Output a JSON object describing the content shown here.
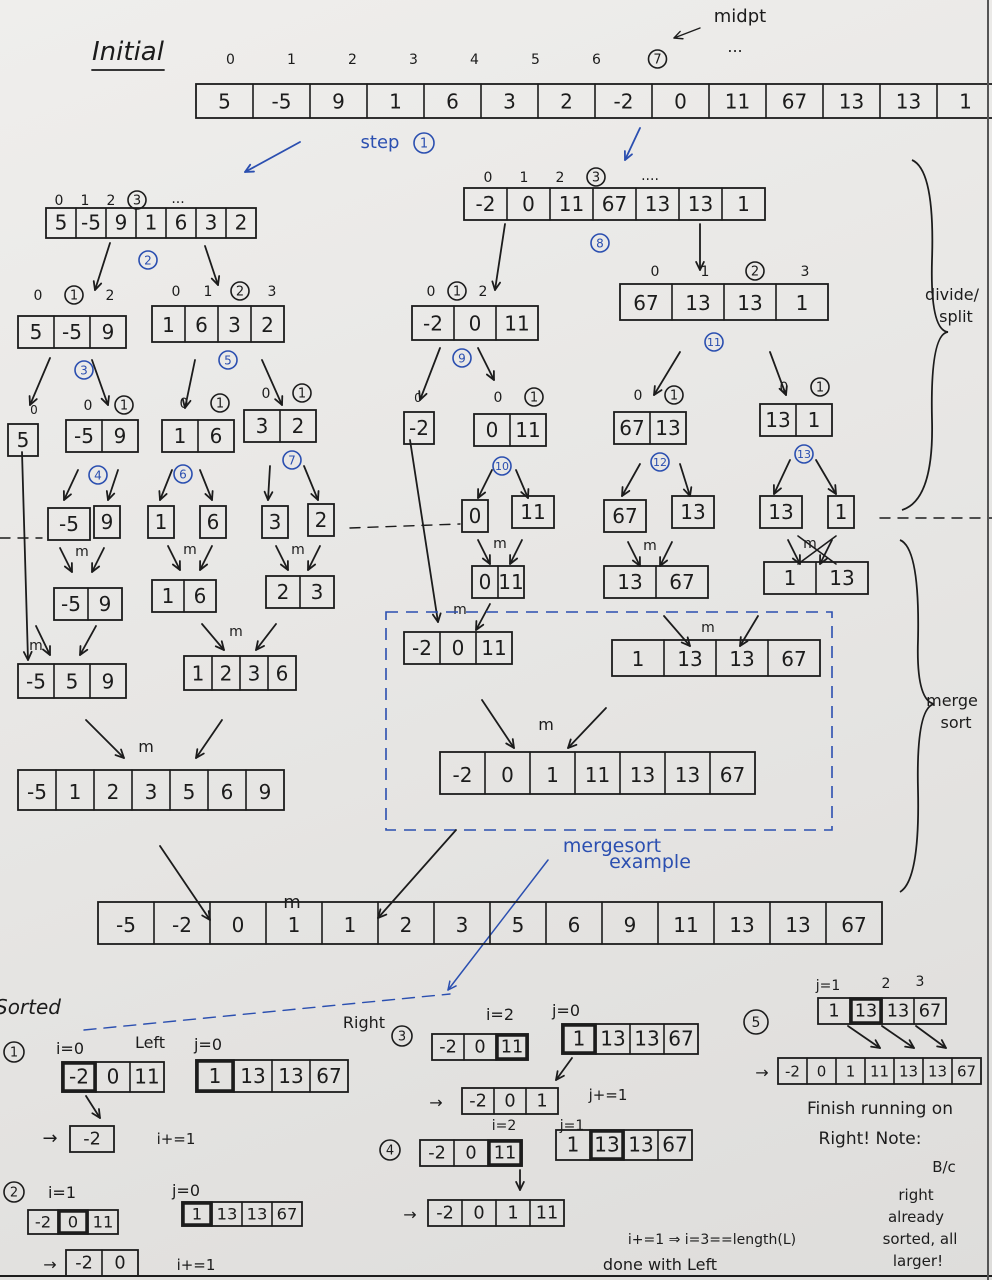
{
  "title": "Initial",
  "midpt_label": "midpt",
  "step_label": "step",
  "step_circle": "1",
  "ellipsis": "...",
  "initial_indices": [
    "0",
    "1",
    "2",
    "3",
    "4",
    "5",
    "6",
    "7"
  ],
  "initial_array": [
    "5",
    "-5",
    "9",
    "1",
    "6",
    "3",
    "2",
    "-2",
    "0",
    "11",
    "67",
    "13",
    "13",
    "1"
  ],
  "left_half": {
    "indices": [
      "0",
      "1",
      "2",
      "3"
    ],
    "cells": [
      "5",
      "-5",
      "9",
      "1",
      "6",
      "3",
      "2"
    ]
  },
  "right_half": {
    "indices": [
      "0",
      "1",
      "2",
      "3"
    ],
    "cells": [
      "-2",
      "0",
      "11",
      "67",
      "13",
      "13",
      "1"
    ]
  },
  "split_left_a": {
    "indices": [
      "0",
      "1",
      "2"
    ],
    "cells": [
      "5",
      "-5",
      "9"
    ]
  },
  "split_left_b": {
    "indices": [
      "0",
      "1",
      "2",
      "3"
    ],
    "cells": [
      "1",
      "6",
      "3",
      "2"
    ]
  },
  "split_right_a": {
    "indices": [
      "0",
      "1",
      "2"
    ],
    "cells": [
      "-2",
      "0",
      "11"
    ]
  },
  "split_right_b": {
    "indices": [
      "0",
      "1",
      "2",
      "3"
    ],
    "cells": [
      "67",
      "13",
      "13",
      "1"
    ]
  },
  "step_numbers": [
    "2",
    "3",
    "4",
    "5",
    "6",
    "7",
    "8",
    "9",
    "10",
    "11",
    "12",
    "13"
  ],
  "level3": [
    [
      "5"
    ],
    [
      "-5",
      "9"
    ],
    [
      "1",
      "6"
    ],
    [
      "3",
      "2"
    ],
    [
      "-2"
    ],
    [
      "0",
      "11"
    ],
    [
      "67",
      "13"
    ],
    [
      "13",
      "1"
    ]
  ],
  "level4": [
    [
      "-5"
    ],
    [
      "9"
    ],
    [
      "1"
    ],
    [
      "6"
    ],
    [
      "3"
    ],
    [
      "2"
    ],
    [
      "0"
    ],
    [
      "11"
    ],
    [
      "67"
    ],
    [
      "13"
    ],
    [
      "13"
    ],
    [
      "1"
    ]
  ],
  "merged2": [
    [
      "-5",
      "9"
    ],
    [
      "1",
      "6"
    ],
    [
      "2",
      "3"
    ],
    [
      "0",
      "11"
    ],
    [
      "13",
      "67"
    ],
    [
      "1",
      "13"
    ]
  ],
  "merged3": [
    [
      "-5",
      "5",
      "9"
    ],
    [
      "1",
      "2",
      "3",
      "6"
    ],
    [
      "-2",
      "0",
      "11"
    ],
    [
      "1",
      "13",
      "13",
      "67"
    ]
  ],
  "merged4": [
    [
      "-5",
      "1",
      "2",
      "3",
      "5",
      "6",
      "9"
    ],
    [
      "-2",
      "0",
      "1",
      "11",
      "13",
      "13",
      "67"
    ]
  ],
  "final": [
    "-5",
    "-2",
    "0",
    "1",
    "1",
    "2",
    "3",
    "5",
    "6",
    "9",
    "11",
    "13",
    "13",
    "67"
  ],
  "m": "m",
  "side_top": [
    "divide/",
    "split"
  ],
  "side_bottom": [
    "merge",
    "sort"
  ],
  "mergesort_example": [
    "mergesort",
    "example"
  ],
  "sorted_label": "Sorted",
  "left_label": "Left",
  "right_label": "Right",
  "walk": {
    "s1": {
      "num": "1",
      "i": "i=0",
      "j": "j=0",
      "left": [
        "-2",
        "0",
        "11"
      ],
      "right": [
        "1",
        "13",
        "13",
        "67"
      ],
      "out": [
        "-2"
      ],
      "note": "i+=1"
    },
    "s2": {
      "num": "2",
      "i": "i=1",
      "j": "j=0",
      "left": [
        "-2",
        "0",
        "11"
      ],
      "right": [
        "1",
        "13",
        "13",
        "67"
      ],
      "out": [
        "-2",
        "0"
      ],
      "note": "i+=1"
    },
    "s3": {
      "num": "3",
      "i": "i=2",
      "j": "j=0",
      "left": [
        "-2",
        "0",
        "11"
      ],
      "right": [
        "1",
        "13",
        "13",
        "67"
      ],
      "out": [
        "-2",
        "0",
        "1"
      ],
      "note": "j+=1"
    },
    "s4": {
      "num": "4",
      "i": "i=2",
      "j": "j=1",
      "left": [
        "-2",
        "0",
        "11"
      ],
      "right": [
        "1",
        "13",
        "13",
        "67"
      ],
      "out": [
        "-2",
        "0",
        "1",
        "11"
      ],
      "note": "i+=1 ⇒ i=3==length(L)",
      "done": "done with Left"
    },
    "s5": {
      "num": "5",
      "j": "j=1",
      "j2": "2",
      "j3": "3",
      "right": [
        "1",
        "13",
        "13",
        "67"
      ],
      "out": [
        "-2",
        "0",
        "1",
        "11",
        "13",
        "13",
        "67"
      ],
      "note": [
        "Finish running on",
        "Right! Note:",
        "B/c",
        "right",
        "already",
        "sorted, all",
        "larger!"
      ]
    }
  },
  "colors": {
    "ink": "#1c1c1c",
    "blue": "#2b4fb0",
    "paper": "#eceae8"
  }
}
